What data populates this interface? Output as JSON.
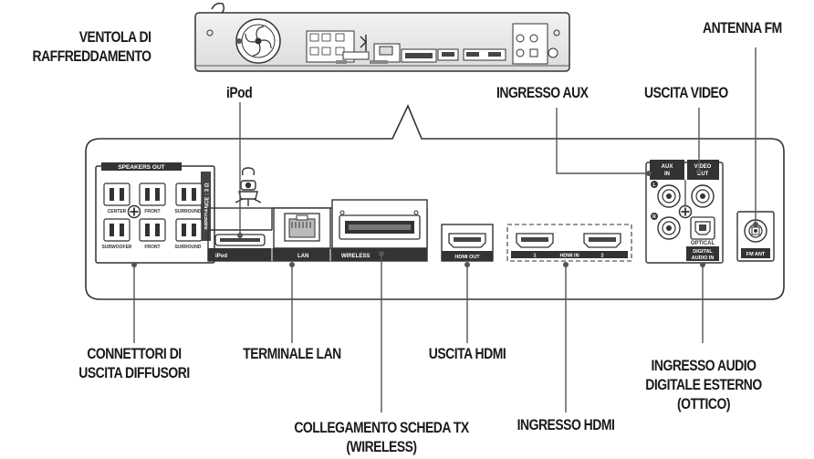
{
  "callouts": {
    "cooling_fan": [
      "VENTOLA DI",
      "RAFFREDDAMENTO"
    ],
    "fm_antenna": "ANTENNA FM",
    "ipod": "iPod",
    "aux_in": "INGRESSO AUX",
    "video_out": "USCITA VIDEO",
    "speaker_connectors": [
      "CONNETTORI DI",
      "USCITA DIFFUSORI"
    ],
    "lan_terminal": "TERMINALE LAN",
    "hdmi_out": "USCITA HDMI",
    "optical_in": [
      "INGRESSO AUDIO",
      "DIGITALE ESTERNO",
      "(OTTICO)"
    ],
    "tx_card": [
      "COLLEGAMENTO SCHEDA TX",
      "(WIRELESS)"
    ],
    "hdmi_in": "INGRESSO HDMI"
  },
  "panel_labels": {
    "speakers_out": "SPEAKERS OUT",
    "impedance": "IMPEDANCE : 3 Ω",
    "center": "CENTER",
    "front_l": "FRONT",
    "surround_l": "SURROUND",
    "subwoofer": "SUBWOOFER",
    "front_r": "FRONT",
    "surround_r": "SURROUND",
    "ipod": "iPod",
    "lan": "LAN",
    "wireless": "WIRELESS",
    "hdmi_out": "HDMI OUT",
    "hdmi_in": "HDMI IN",
    "hdmi_1": "1",
    "hdmi_2": "2",
    "aux_in": [
      "AUX",
      "IN"
    ],
    "video_out": [
      "VIDEO",
      "OUT"
    ],
    "aux_l": "L",
    "aux_r": "R",
    "optical": [
      "OPTICAL",
      "DIGITAL",
      "AUDIO IN"
    ],
    "fm_ant": "FM ANT"
  }
}
